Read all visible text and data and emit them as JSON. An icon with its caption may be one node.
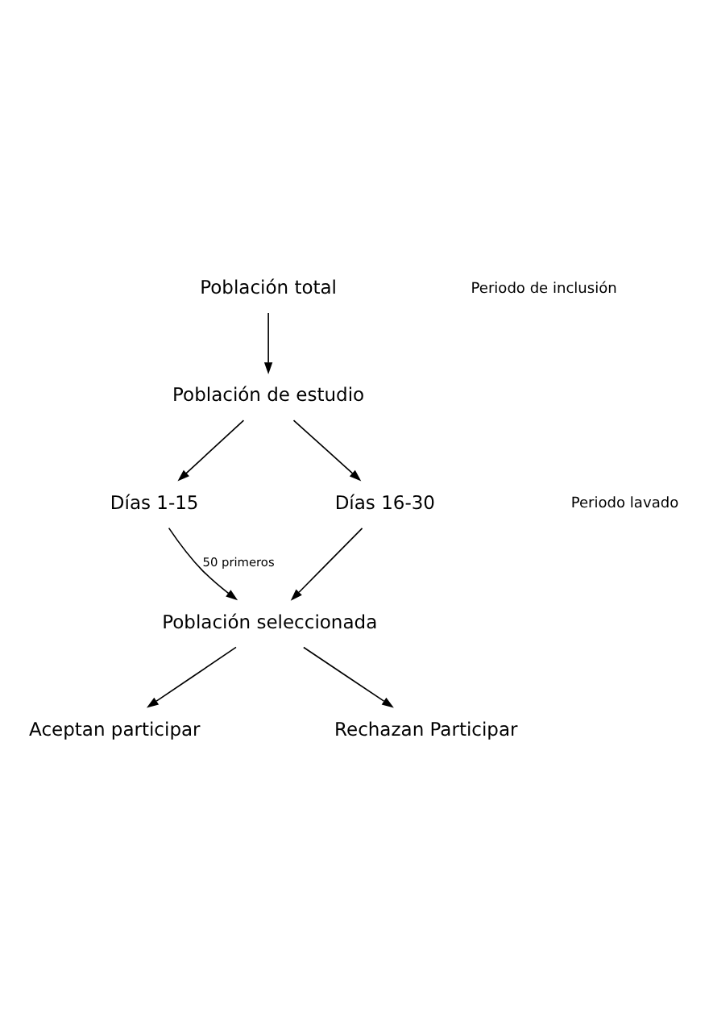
{
  "diagram": {
    "nodes": [
      {
        "text": [
          "Población total"
        ]
      },
      {
        "text": [
          "Población de estudio"
        ]
      },
      {
        "text": [
          "Días 1-15"
        ]
      },
      {
        "text": [
          "Días 16-30"
        ]
      },
      {
        "text": [
          "Población seleccionada"
        ]
      },
      {
        "text": [
          "Aceptan participar"
        ]
      },
      {
        "text": [
          "Rechazan Participar"
        ]
      }
    ],
    "edges": [
      {
        "from": 0,
        "to": 1,
        "arrow": "to"
      },
      {
        "from": 1,
        "to": 2,
        "arrow": "to"
      },
      {
        "from": 1,
        "to": 3,
        "arrow": "to"
      },
      {
        "from": 2,
        "to": 4,
        "arrow": "to",
        "label": "50 primeros"
      },
      {
        "from": 3,
        "to": 4,
        "arrow": "to"
      },
      {
        "from": 4,
        "to": 5,
        "arrow": "to"
      },
      {
        "from": 4,
        "to": 6,
        "arrow": "to"
      }
    ],
    "labels": [
      "Periodo de inclusión",
      "Periodo lavado"
    ]
  }
}
